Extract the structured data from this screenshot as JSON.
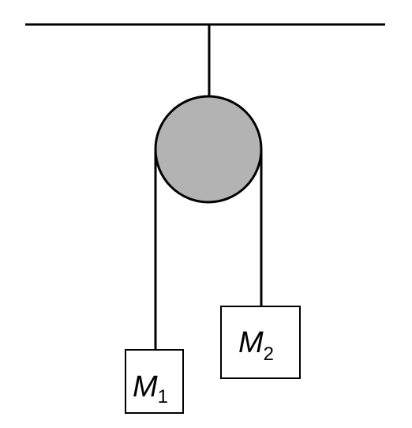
{
  "masses": [
    {
      "symbol": "M",
      "subscript": "1"
    },
    {
      "symbol": "M",
      "subscript": "2"
    }
  ],
  "colors": {
    "line": "#000000",
    "pulley_fill": "#b3b3b3",
    "box_fill": "#ffffff",
    "background": "#ffffff"
  }
}
